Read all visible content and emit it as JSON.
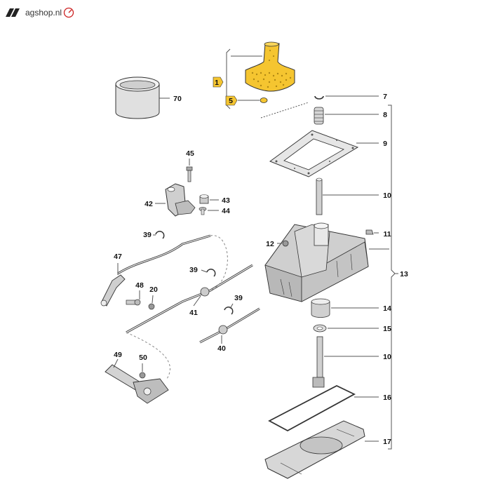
{
  "brand": {
    "text": "agshop.nl",
    "accent": "#cc2222"
  },
  "colors": {
    "highlight": "#f5c530",
    "line": "#555555",
    "part_fill": "#d9d9d9",
    "part_stroke": "#333333"
  },
  "labels": {
    "l1": "1",
    "l5": "5",
    "l7": "7",
    "l8": "8",
    "l9": "9",
    "l10a": "10",
    "l10b": "10",
    "l11": "11",
    "l12": "12",
    "l13": "13",
    "l14": "14",
    "l15": "15",
    "l16": "16",
    "l17": "17",
    "l20": "20",
    "l39a": "39",
    "l39b": "39",
    "l39c": "39",
    "l40": "40",
    "l41": "41",
    "l42": "42",
    "l43": "43",
    "l44": "44",
    "l45": "45",
    "l47": "47",
    "l48": "48",
    "l49": "49",
    "l50": "50",
    "l70": "70"
  }
}
